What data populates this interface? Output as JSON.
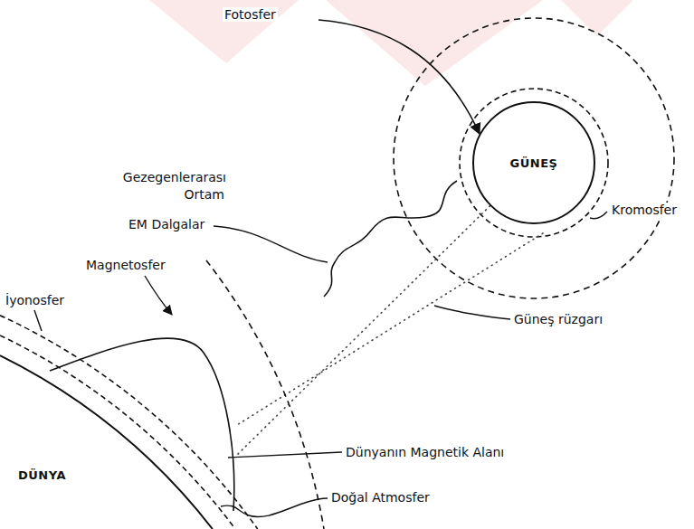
{
  "diagram": {
    "nodes": [
      {
        "text": [
          "GÜNEŞ"
        ]
      },
      {
        "text": [
          "DÜNYA"
        ]
      }
    ],
    "edges": [
      {
        "from": 0,
        "to": 1,
        "arrow": "none"
      }
    ],
    "labels": [
      "Fotosfer",
      "Gezegenlerarası Ortam",
      "Kromosfer",
      "EM Dalgalar",
      "Magnetosfer",
      "İyonosfer",
      "Güneş rüzgarı",
      "Dünyanın Magnetik Alanı",
      "Doğal Atmosfer"
    ]
  }
}
